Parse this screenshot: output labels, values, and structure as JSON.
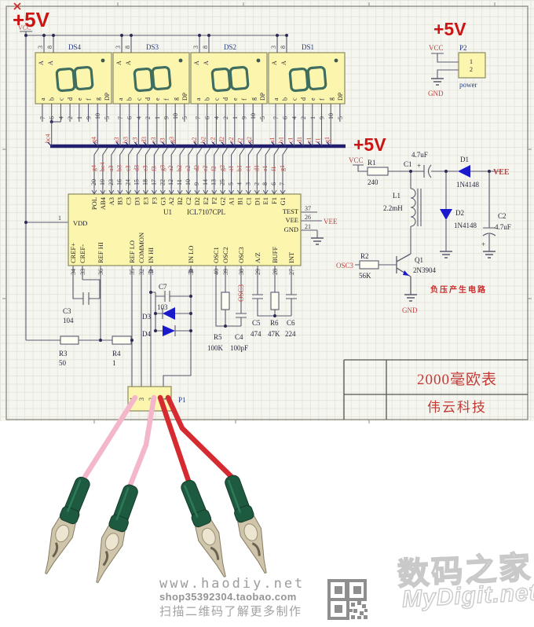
{
  "schematic": {
    "plus5v_left": "+5V",
    "vcc_left": "VCC",
    "displays": [
      {
        "ref": "DS4",
        "anode_pins": [
          "3",
          "8"
        ],
        "anode_labels": [
          "A",
          "A"
        ],
        "seg_labels": [
          "a",
          "b",
          "c",
          "d",
          "e",
          "f",
          "g",
          "DP"
        ],
        "seg_pins": [
          "7",
          "6",
          "4",
          "2",
          "1",
          "9",
          "10",
          "5"
        ],
        "nets": [
          "bc4",
          "g4"
        ]
      },
      {
        "ref": "DS3",
        "anode_pins": [
          "3",
          "8"
        ],
        "anode_labels": [
          "A",
          "A"
        ],
        "seg_labels": [
          "a",
          "b",
          "c",
          "d",
          "e",
          "f",
          "g",
          "DP"
        ],
        "seg_pins": [
          "7",
          "6",
          "4",
          "2",
          "1",
          "9",
          "10",
          "5"
        ],
        "nets": [
          "a3",
          "b3",
          "c3",
          "d3",
          "e3",
          "f3",
          "g3"
        ]
      },
      {
        "ref": "DS2",
        "anode_pins": [
          "3",
          "8"
        ],
        "anode_labels": [
          "A",
          "A"
        ],
        "seg_labels": [
          "a",
          "b",
          "c",
          "d",
          "e",
          "f",
          "g",
          "DP"
        ],
        "seg_pins": [
          "7",
          "6",
          "4",
          "2",
          "1",
          "9",
          "10",
          "5"
        ],
        "nets": [
          "a2",
          "b2",
          "c2",
          "d2",
          "e2",
          "f2",
          "g2"
        ]
      },
      {
        "ref": "DS1",
        "anode_pins": [
          "3",
          "8"
        ],
        "anode_labels": [
          "A",
          "A"
        ],
        "seg_labels": [
          "a",
          "b",
          "c",
          "d",
          "e",
          "f",
          "g",
          "DP"
        ],
        "seg_pins": [
          "7",
          "6",
          "4",
          "2",
          "1",
          "9",
          "10",
          "5"
        ],
        "nets": [
          "a1",
          "b1",
          "c1",
          "d1",
          "e1",
          "f1",
          "g1"
        ]
      }
    ],
    "bus_below_labels": [
      "g4",
      "bc4",
      "a3",
      "b3",
      "c3",
      "d3",
      "e3",
      "f3",
      "g3",
      "a2",
      "b2",
      "c2",
      "d2",
      "e2",
      "f2",
      "g2",
      "a1",
      "b1",
      "c1",
      "d1",
      "e1",
      "f1",
      "g1"
    ],
    "u1": {
      "ref": "U1",
      "part": "ICL7107CPL",
      "top_pin_numbers": [
        "20",
        "19",
        "23",
        "16",
        "24",
        "15",
        "18",
        "17",
        "22",
        "12",
        "11",
        "10",
        "9",
        "14",
        "13",
        "25",
        "5",
        "4",
        "3",
        "2",
        "8",
        "6",
        "7"
      ],
      "top_pin_names": [
        "POL",
        "AB4",
        "A3",
        "B3",
        "C3",
        "D3",
        "E3",
        "F3",
        "G3",
        "A2",
        "B2",
        "C2",
        "D2",
        "E2",
        "F2",
        "G2",
        "A1",
        "B1",
        "C1",
        "D1",
        "E1",
        "F1",
        "G1"
      ],
      "left_pin": {
        "num": "1",
        "name": "VDD"
      },
      "bottom_pin_numbers": [
        "34",
        "33",
        "36",
        "35",
        "32",
        "31",
        "30",
        "40",
        "39",
        "38",
        "29",
        "28",
        "27"
      ],
      "bottom_pin_names": [
        "CREF+",
        "CREF-",
        "REF HI",
        "REF LO",
        "COMMON",
        "IN HI",
        "IN LO",
        "OSC1",
        "OSC2",
        "OSC3",
        "A/Z",
        "BUFF",
        "INT"
      ],
      "right_pin_numbers": [
        "37",
        "26",
        "21"
      ],
      "right_pin_names": [
        "TEST",
        "VEE",
        "GND"
      ]
    },
    "vee_net": "VEE",
    "osc3_net": "OSC3",
    "passives": {
      "c3": {
        "ref": "C3",
        "value": "104"
      },
      "r3": {
        "ref": "R3",
        "value": "50"
      },
      "r4": {
        "ref": "R4",
        "value": "1"
      },
      "c7": {
        "ref": "C7",
        "value": "103"
      },
      "d3": {
        "ref": "D3"
      },
      "d4": {
        "ref": "D4"
      },
      "r5": {
        "ref": "R5",
        "value": "100K"
      },
      "c4": {
        "ref": "C4",
        "value": "100pF"
      },
      "c5": {
        "ref": "C5",
        "value": "474"
      },
      "r6": {
        "ref": "R6",
        "value": "47K"
      },
      "c6": {
        "ref": "C6",
        "value": "224"
      }
    },
    "supply": {
      "plus5v": "+5V",
      "vcc": "VCC",
      "gnd": "GND",
      "vee": "VEE",
      "osc3": "OSC3",
      "plus": "+",
      "r1": {
        "ref": "R1",
        "value": "240"
      },
      "c1": {
        "ref": "C1",
        "value": "4.7uF"
      },
      "d1": {
        "ref": "D1",
        "value": "1N4148"
      },
      "l1": {
        "ref": "L1",
        "value": "2.2mH"
      },
      "d2": {
        "ref": "D2",
        "value": "1N4148"
      },
      "c2": {
        "ref": "C2",
        "value": "4.7uF"
      },
      "r2": {
        "ref": "R2",
        "value": "56K"
      },
      "q1": {
        "ref": "Q1",
        "value": "2N3904"
      },
      "caption": "负压产生电路"
    },
    "p2": {
      "plus5v": "+5V",
      "vcc": "VCC",
      "ref": "P2",
      "pins": [
        "1",
        "2"
      ],
      "name": "power",
      "gnd": "GND"
    },
    "p1": {
      "ref": "P1",
      "pins": [
        "4",
        "3",
        "2",
        "1"
      ]
    },
    "title_block": {
      "row1": "2000毫欧表",
      "row2": "伟云科技"
    }
  },
  "watermarks": {
    "url": "www.haodiy.net",
    "shop": "shop35392304.taobao.com",
    "scan": "扫描二维码了解更多制作",
    "brand_cn": "数码之家",
    "brand_en": "MyDigit.net"
  },
  "colors": {
    "accent_red": "#cc1414",
    "net_red": "#c04343",
    "bus_navy": "#20206e",
    "component_yellow": "#fbf5ad",
    "diode_blue": "#1a1acc",
    "wire": "#5a5a6e",
    "cable_pink": "#f3b6ca",
    "cable_red": "#d42a30",
    "clip_green": "#1e5a40"
  }
}
